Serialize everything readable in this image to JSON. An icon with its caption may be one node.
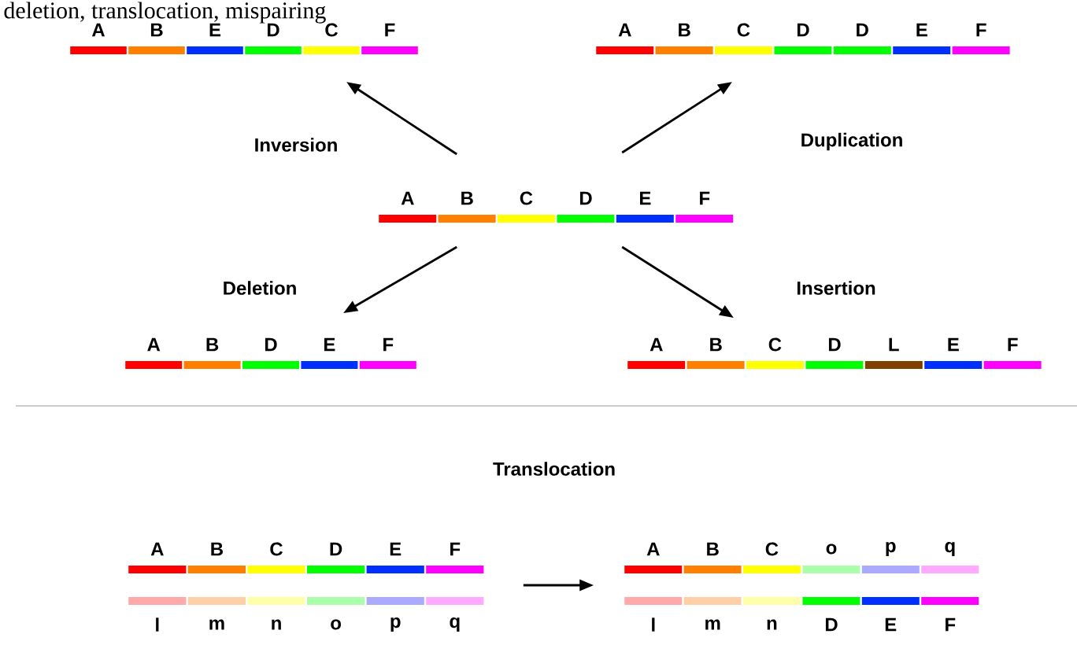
{
  "diagram": {
    "nodes": [
      {
        "text": [
          "A",
          "B",
          "E",
          "D",
          "C",
          "F"
        ]
      },
      {
        "text": [
          "A",
          "B",
          "C",
          "D",
          "D",
          "E",
          "F"
        ]
      },
      {
        "text": [
          "A",
          "B",
          "C",
          "D",
          "E",
          "F"
        ]
      },
      {
        "text": [
          "A",
          "B",
          "D",
          "E",
          "F"
        ]
      },
      {
        "text": [
          "A",
          "B",
          "C",
          "D",
          "L",
          "E",
          "F"
        ]
      },
      {
        "text": [
          "A",
          "B",
          "C",
          "D",
          "E",
          "F"
        ]
      },
      {
        "text": [
          "l",
          "m",
          "n",
          "o",
          "p",
          "q"
        ]
      },
      {
        "text": [
          "A",
          "B",
          "C",
          "o",
          "p",
          "q"
        ]
      },
      {
        "text": [
          "l",
          "m",
          "n",
          "D",
          "E",
          "F"
        ]
      }
    ],
    "edges": [
      {
        "from": 2,
        "to": 0,
        "arrow": "to",
        "label": "Inversion"
      },
      {
        "from": 2,
        "to": 1,
        "arrow": "to",
        "label": "Duplication"
      },
      {
        "from": 2,
        "to": 3,
        "arrow": "to",
        "label": "Deletion"
      },
      {
        "from": 2,
        "to": 4,
        "arrow": "to",
        "label": "Insertion"
      },
      {
        "from": 5,
        "to": 7,
        "arrow": "to"
      }
    ],
    "labels": [
      "deletion, translocation, mispairing",
      "Translocation"
    ]
  }
}
